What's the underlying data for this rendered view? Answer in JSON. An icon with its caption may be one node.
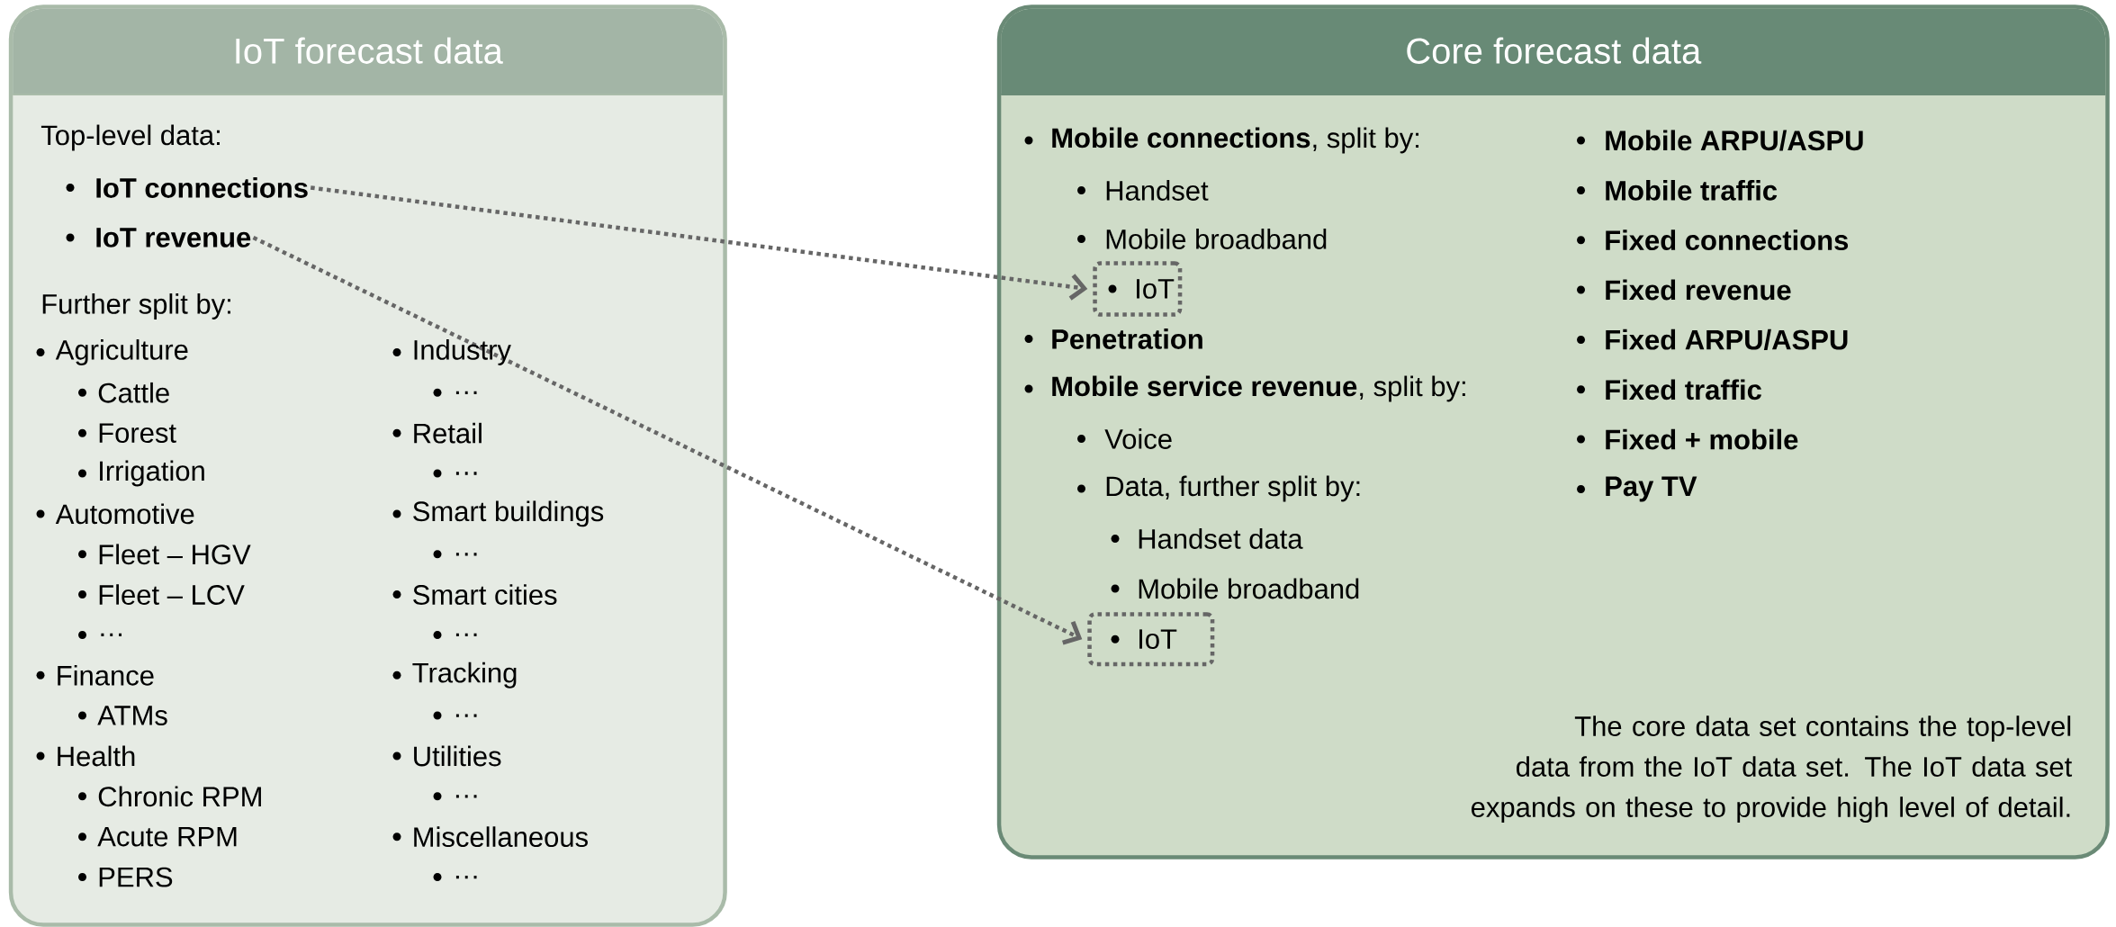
{
  "diagram": {
    "nodes": [
      {
        "text": [
          "IoT forecast data"
        ]
      },
      {
        "text": [
          "IoT connections"
        ],
        "in": 0
      },
      {
        "text": [
          "IoT revenue"
        ],
        "in": 0
      },
      {
        "text": [
          "Core forecast data"
        ]
      },
      {
        "text": [
          "IoT"
        ],
        "in": 3
      },
      {
        "text": [
          "IoT"
        ],
        "in": 3
      }
    ],
    "edges": [
      {
        "from": 1,
        "to": 4,
        "arrow": "to",
        "style": "dashed"
      },
      {
        "from": 2,
        "to": 5,
        "arrow": "to",
        "style": "dashed"
      }
    ],
    "labels": [
      "Top-level data:",
      "Further split by:",
      "Agriculture",
      "Cattle",
      "Forest",
      "Irrigation",
      "Automotive",
      "Fleet – HGV",
      "Fleet – LCV",
      "…",
      "Finance",
      "ATMs",
      "Health",
      "Chronic RPM",
      "Acute RPM",
      "PERS",
      "Industry",
      "…",
      "Retail",
      "…",
      "Smart buildings",
      "…",
      "Smart cities",
      "…",
      "Tracking",
      "…",
      "Utilities",
      "…",
      "Miscellaneous",
      "…",
      "**Mobile connections**, split by:",
      "Handset",
      "Mobile broadband",
      "Penetration",
      "**Mobile service revenue**, split by:",
      "Voice",
      "Data, further split by:",
      "Handset data",
      "Mobile broadband",
      "Mobile ARPU/ASPU",
      "Mobile traffic",
      "Fixed connections",
      "Fixed revenue",
      "Fixed ARPU/ASPU",
      "Fixed traffic",
      "Fixed + mobile",
      "Pay TV",
      "The core data set contains the top-level data from the IoT data set. The IoT data set expands on these to provide high level of detail."
    ]
  }
}
